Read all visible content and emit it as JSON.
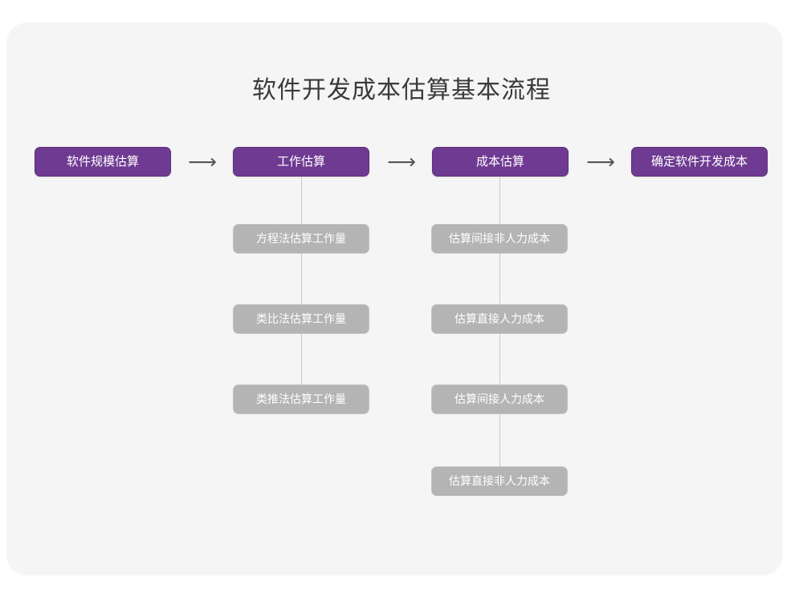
{
  "page": {
    "background_color": "#ffffff",
    "card_color": "#f5f5f6"
  },
  "diagram": {
    "title": "软件开发成本估算基本流程",
    "accent_color": "#6f3a92",
    "substep_color": "#b4b4b4",
    "connector_color": "#c9c9c9",
    "arrow_glyph": "⟶",
    "stages": [
      {
        "label": "软件规模估算",
        "substeps": []
      },
      {
        "label": "工作估算",
        "substeps": [
          "方程法估算工作量",
          "类比法估算工作量",
          "类推法估算工作量"
        ]
      },
      {
        "label": "成本估算",
        "substeps": [
          "估算间接非人力成本",
          "估算直接人力成本",
          "估算间接人力成本",
          "估算直接非人力成本"
        ]
      },
      {
        "label": "确定软件开发成本",
        "substeps": []
      }
    ]
  }
}
